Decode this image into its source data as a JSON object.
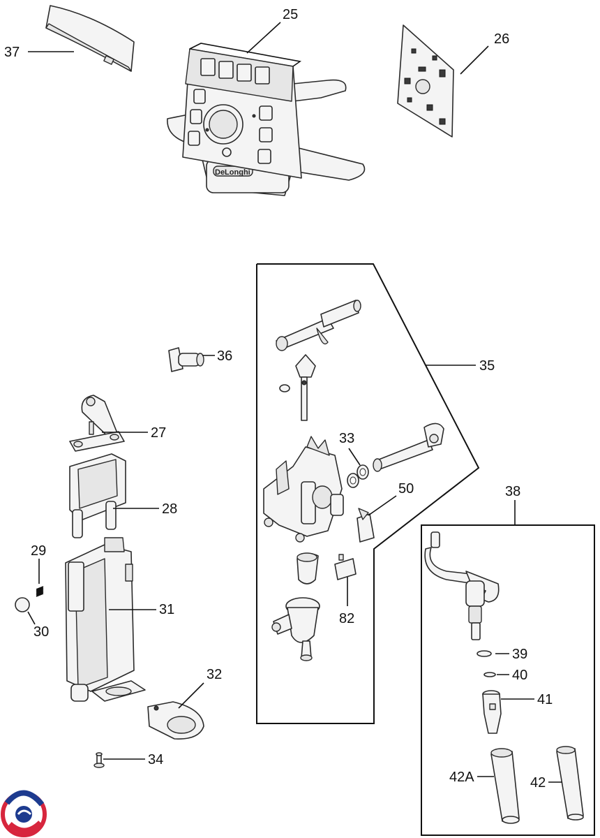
{
  "diagram": {
    "brand_text": "DeLonghi",
    "labels": {
      "p25": "25",
      "p26": "26",
      "p37": "37",
      "p36": "36",
      "p35": "35",
      "p27": "27",
      "p28": "28",
      "p29": "29",
      "p30": "30",
      "p31": "31",
      "p32": "32",
      "p34": "34",
      "p33": "33",
      "p50": "50",
      "p82": "82",
      "p38": "38",
      "p39": "39",
      "p40": "40",
      "p41": "41",
      "p42a": "42A",
      "p42": "42"
    }
  },
  "colors": {
    "logo_red": "#d7263d",
    "logo_blue": "#1d3b8f",
    "ink": "#111111"
  }
}
